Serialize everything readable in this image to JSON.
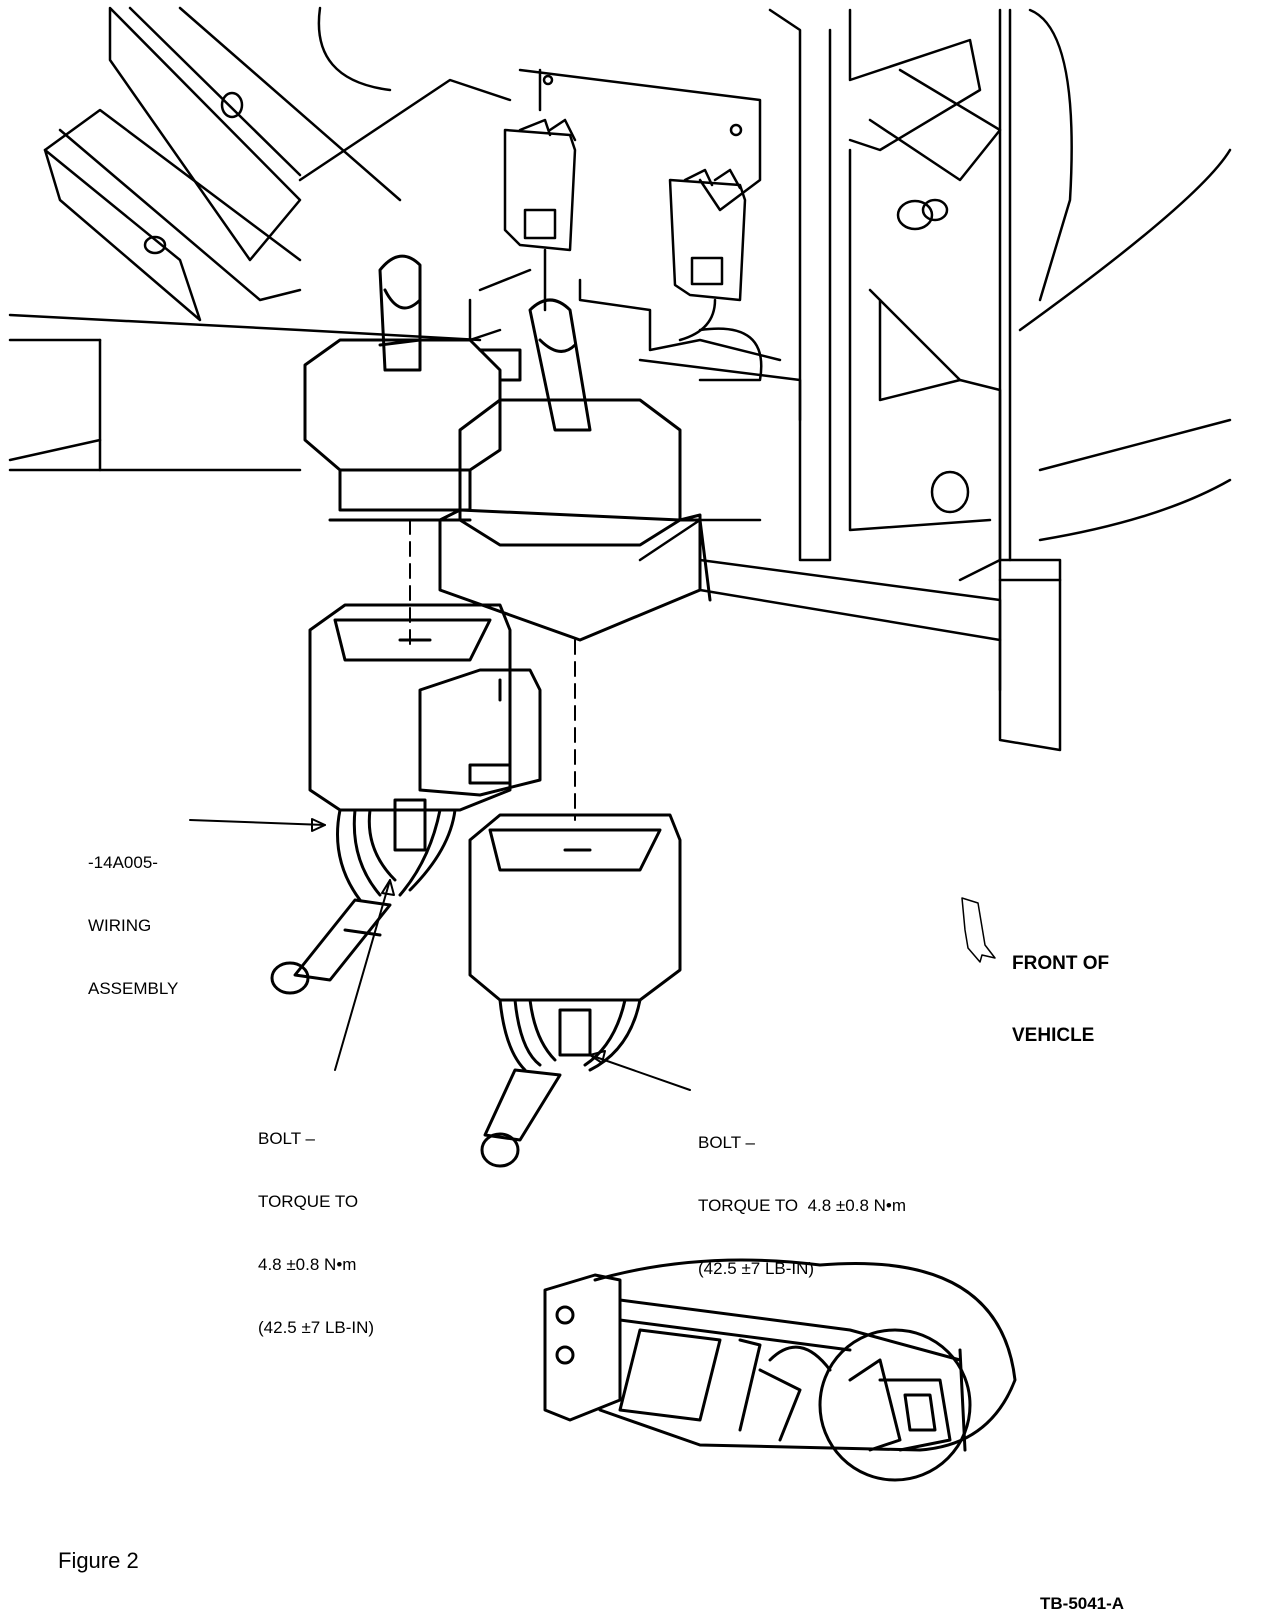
{
  "labels": {
    "wiring_assembly": [
      "-14A005-",
      "WIRING",
      "ASSEMBLY"
    ],
    "front_of_vehicle": [
      "FRONT OF",
      "VEHICLE"
    ],
    "bolt_left": [
      "BOLT –",
      "TORQUE TO",
      "4.8 ±0.8 N•m",
      "(42.5 ±7 LB-IN)"
    ],
    "bolt_right": [
      "BOLT –",
      "TORQUE TO  4.8 ±0.8 N•m",
      "(42.5 ±7 LB-IN)"
    ]
  },
  "caption": "Figure 2",
  "figure_code": "TB-5041-A"
}
